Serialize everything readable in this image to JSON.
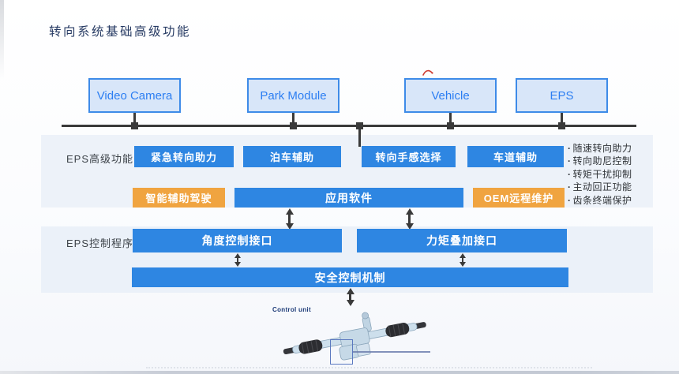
{
  "page": {
    "title": "转向系统基础高级功能"
  },
  "bus": {
    "modules": [
      {
        "label": "Video Camera"
      },
      {
        "label": "Park Module"
      },
      {
        "label": "Vehicle"
      },
      {
        "label": "EPS"
      }
    ]
  },
  "advanced_functions": {
    "section_label": "EPS高级功能",
    "items": [
      "紧急转向助力",
      "泊车辅助",
      "转向手感选择",
      "车道辅助"
    ]
  },
  "middleware": {
    "left": "智能辅助驾驶",
    "center": "应用软件",
    "right": "OEM远程维护"
  },
  "control_program": {
    "section_label": "EPS控制程序",
    "interfaces": [
      "角度控制接口",
      "力矩叠加接口"
    ],
    "safety": "安全控制机制"
  },
  "basic_functions": [
    "随速转向助力",
    "转向助尼控制",
    "转矩干扰抑制",
    "主动回正功能",
    "齿条终端保护"
  ],
  "hardware": {
    "caption": "Control unit"
  },
  "colors": {
    "primary_blue": "#2e86e2",
    "accent_orange": "#f0a440",
    "module_fill": "#d8e6f9",
    "module_border": "#3e8be8",
    "module_text": "#2c7ef2",
    "connector_dark": "#3a3a3a",
    "title_color": "#263a63",
    "band_blue": "#edf2f9",
    "callout_blue": "#6d7fae"
  }
}
